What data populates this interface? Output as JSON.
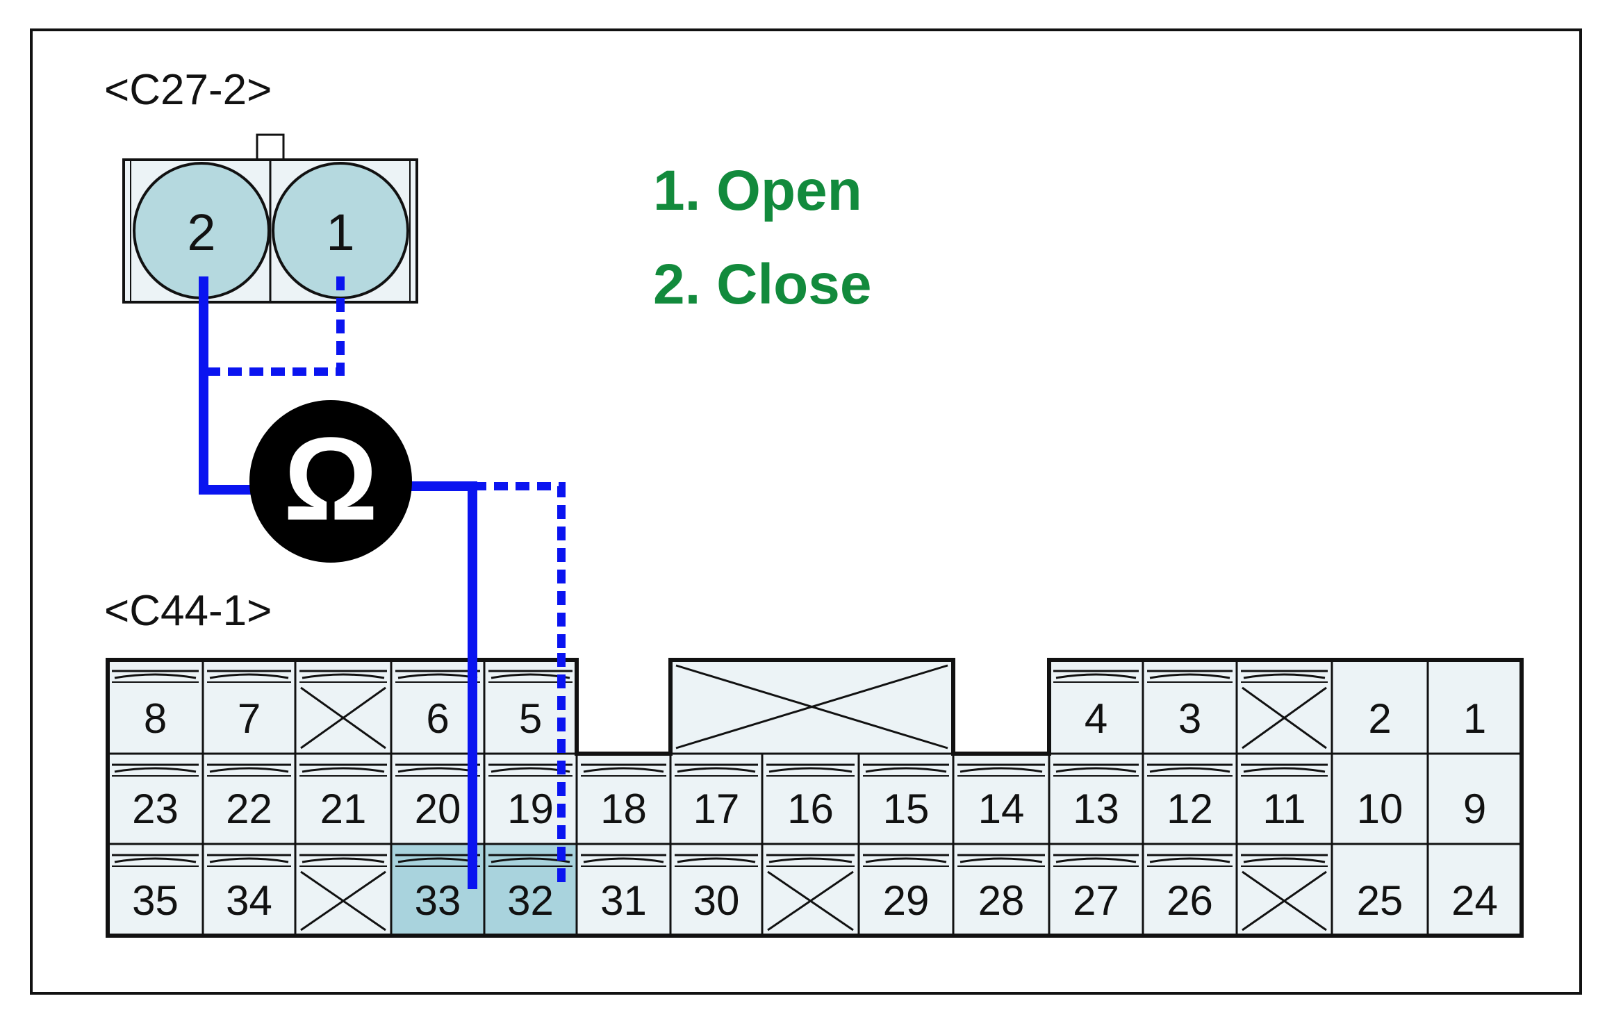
{
  "connectors": {
    "top": {
      "title": "<C27-2>",
      "pins": [
        "2",
        "1"
      ]
    },
    "bottom": {
      "title": "<C44-1>",
      "pins": {
        "row1_left": [
          "8",
          "7",
          "",
          "6",
          "5"
        ],
        "row1_right": [
          "4",
          "3",
          ""
        ],
        "row1_end": [
          "2",
          "1"
        ],
        "row2": [
          "23",
          "22",
          "21",
          "20",
          "19",
          "18",
          "17",
          "16",
          "15",
          "14",
          "13",
          "12",
          "11"
        ],
        "row2_end": [
          "10",
          "9"
        ],
        "row3": [
          "35",
          "34",
          "",
          "33",
          "32",
          "31",
          "30",
          "",
          "29",
          "28",
          "27",
          "26",
          ""
        ],
        "row3_end": [
          "25",
          "24"
        ]
      },
      "highlighted_pins": [
        "33",
        "32"
      ]
    }
  },
  "legend": {
    "open": "1. Open",
    "close": "2. Close"
  },
  "meter": {
    "symbol": "Ω",
    "icon": "ohmmeter-icon"
  },
  "colors": {
    "wire": "#0a14f0",
    "legend": "#128a3c",
    "pin_fill": "#ecf3f6",
    "pin_highlight": "#a9d3dd",
    "terminal_fill": "#b5d9df",
    "frame": "#111111"
  }
}
